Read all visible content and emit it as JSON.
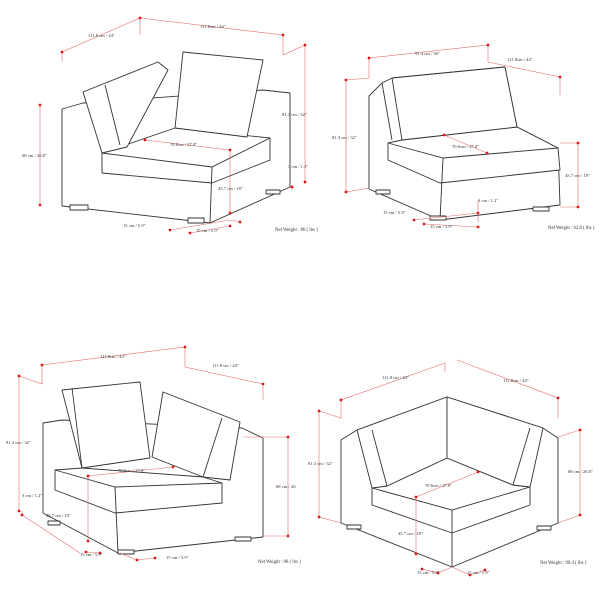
{
  "views": [
    {
      "labels": {
        "depth": "111.8 cm / 44\"",
        "width": "111.8cm / 44\"",
        "height": "81.3 cm / 32\"",
        "arm_height": "68 cm / 26.8\"",
        "seat_depth": "70.6cm / 27.8\"",
        "seat_height": "45.7 cm / 18\"",
        "leg_height": "3 cm / 1.2\"",
        "leg_a": "15 cm / 5.9\"",
        "leg_b": "15 cm / 5.9\""
      },
      "net_weight": "Net Weight : 86 ( lbs )"
    },
    {
      "labels": {
        "width": "91.4 cm / 36\"",
        "depth": "111.8cm / 44\"",
        "height": "81.3 cm / 32\"",
        "seat_depth": "70.6cm / 27.8\"",
        "seat_height": "45.7 cm / 18\"",
        "leg_height": "3 cm / 1.2\"",
        "leg_a": "15 cm / 5.9\"",
        "leg_b": "15 cm / 5.9\""
      },
      "net_weight": "Net Weight : 62.8 ( lbs )"
    },
    {
      "labels": {
        "width": "111.8cm / 44\"",
        "depth": "111.8 cm / 44\"",
        "height": "81.3 cm / 32\"",
        "leg_height": "3 cm / 1.2\"",
        "seat_depth": "70.6cm / 27.8\"",
        "seat_height": "45.7 cm / 18\"",
        "arm_height": "68 cm / 26.",
        "leg_a": "15 cm / 5.9\"",
        "leg_b": "15 cm / 5.9\""
      },
      "net_weight": "Net Weight : 86 ( lbs )"
    },
    {
      "labels": {
        "depth": "111.8 cm / 44\"",
        "width": "111.8cm / 44\"",
        "height": "81.3 cm / 32\"",
        "arm_height": "68 cm / 26.8\"",
        "seat_depth": "70.6cm / 27.8\"",
        "seat_height": "45.7 cm / 18\"",
        "leg_a": "15 cm / 5.9\"",
        "leg_b": "15 cm / 5.9\""
      },
      "net_weight": "Net Weight : 90.4 ( lbs )"
    }
  ],
  "colors": {
    "dimension_line": "#e06a6a",
    "dimension_dot": "#e01818",
    "outline": "#333333"
  }
}
